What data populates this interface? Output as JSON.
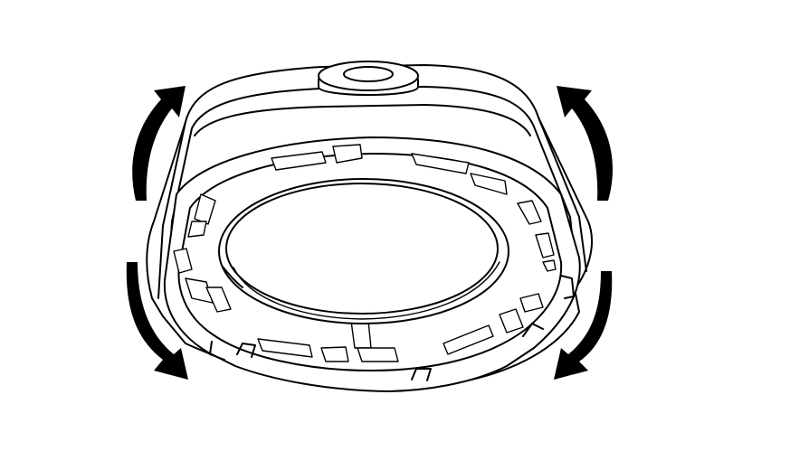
{
  "figure": {
    "subject": "",
    "background_color": "#ffffff",
    "line_color": "#000000",
    "arrows": [
      {
        "name": "rotate-arrow-upper-left",
        "direction": "clockwise-up"
      },
      {
        "name": "rotate-arrow-upper-right",
        "direction": "counterclockwise-up"
      },
      {
        "name": "rotate-arrow-lower-left",
        "direction": "down-right"
      },
      {
        "name": "rotate-arrow-lower-right",
        "direction": "down-left"
      }
    ],
    "icons": [
      "curved-arrow-icon"
    ]
  }
}
